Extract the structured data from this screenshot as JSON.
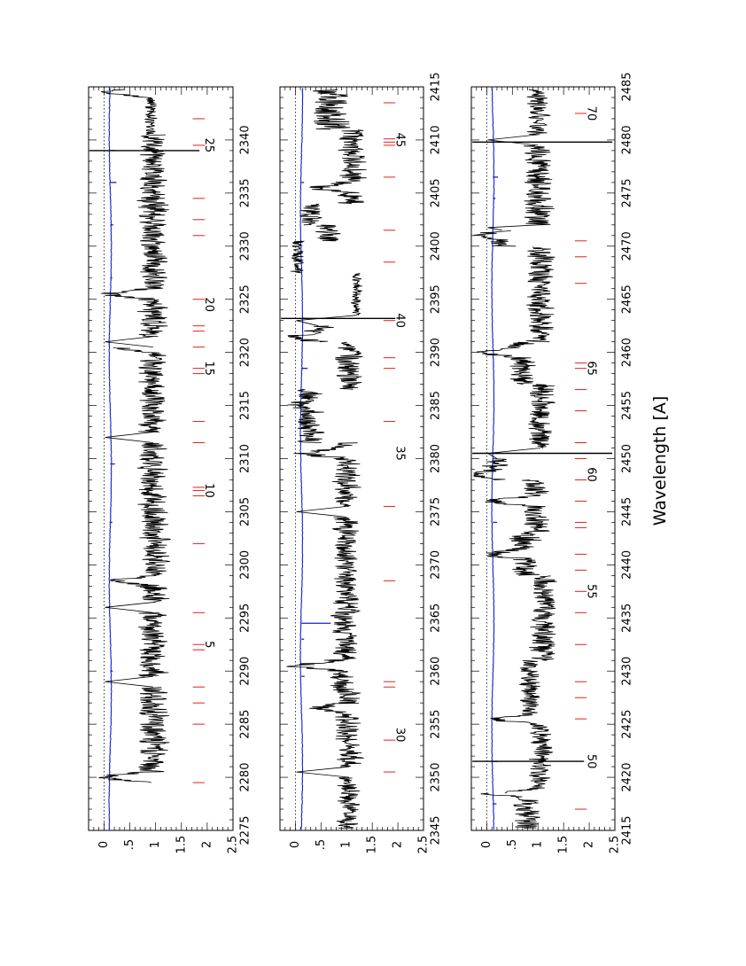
{
  "xlabel": "Wavelength [A]",
  "chart_data": [
    {
      "type": "line",
      "panel": 1,
      "xlim": [
        2275,
        2345
      ],
      "ylim": [
        -0.3,
        2.5
      ],
      "xticks": [
        2275,
        2280,
        2285,
        2290,
        2295,
        2300,
        2305,
        2310,
        2315,
        2320,
        2325,
        2330,
        2335,
        2340
      ],
      "yticks": [
        {
          "v": 2.5,
          "t": "2.5"
        },
        {
          "v": 2,
          "t": "2"
        },
        {
          "v": 1.5,
          "t": "1.5"
        },
        {
          "v": 1,
          "t": "1"
        },
        {
          "v": 0.5,
          "t": ".5"
        },
        {
          "v": 0,
          "t": "0"
        }
      ],
      "marker_numbers": [
        {
          "x": 2292.5,
          "t": "5"
        },
        {
          "x": 2307,
          "t": "10"
        },
        {
          "x": 2318.5,
          "t": "15"
        },
        {
          "x": 2324.5,
          "t": "20"
        },
        {
          "x": 2339.5,
          "t": "25"
        }
      ],
      "red_marks": [
        2279.5,
        2285,
        2287,
        2288.5,
        2292,
        2292.5,
        2295.5,
        2302,
        2306.5,
        2307,
        2307.3,
        2311.5,
        2313.5,
        2318,
        2318.5,
        2320.5,
        2322,
        2322.5,
        2325,
        2331,
        2332.5,
        2334.5,
        2339.5,
        2342
      ],
      "spikes": [
        {
          "x": 2339,
          "y": 1.85
        }
      ],
      "errs": [
        {
          "x": 2290,
          "y": 0.03
        },
        {
          "x": 2298.5,
          "y": 0.05
        },
        {
          "x": 2304,
          "y": 0.02
        },
        {
          "x": 2309.5,
          "y": 0.07
        },
        {
          "x": 2327,
          "y": 0.02
        },
        {
          "x": 2332,
          "y": 0.04
        },
        {
          "x": 2336,
          "y": 0.1
        },
        {
          "x": 2339,
          "y": 0.08
        }
      ],
      "segments": [
        {
          "x0": 2279.5,
          "x1": 2288.5,
          "base": 0.95,
          "amp": 0.32
        },
        {
          "x0": 2289.5,
          "x1": 2295.5,
          "base": 0.95,
          "amp": 0.3
        },
        {
          "x0": 2296.5,
          "x1": 2302.5,
          "base": 1.0,
          "amp": 0.3
        },
        {
          "x0": 2302.5,
          "x1": 2311.5,
          "base": 0.95,
          "amp": 0.32
        },
        {
          "x0": 2312.5,
          "x1": 2320.5,
          "base": 0.95,
          "amp": 0.3
        },
        {
          "x0": 2321.5,
          "x1": 2340.5,
          "base": 0.95,
          "amp": 0.32
        },
        {
          "x0": 2340.5,
          "x1": 2344.8,
          "base": 0.9,
          "amp": 0.15
        }
      ],
      "dips": [
        {
          "x": 2280,
          "depth": 1.0
        },
        {
          "x": 2289,
          "depth": 1.2
        },
        {
          "x": 2296,
          "depth": 0.9
        },
        {
          "x": 2298.5,
          "depth": 0.8
        },
        {
          "x": 2312,
          "depth": 1.1
        },
        {
          "x": 2320.5,
          "depth": 0.7
        },
        {
          "x": 2325.5,
          "depth": 0.8
        },
        {
          "x": 2344.5,
          "depth": 0.9
        }
      ]
    },
    {
      "type": "line",
      "panel": 2,
      "xlim": [
        2345,
        2415
      ],
      "ylim": [
        -0.3,
        2.5
      ],
      "xticks": [
        2345,
        2350,
        2355,
        2360,
        2365,
        2370,
        2375,
        2380,
        2385,
        2390,
        2395,
        2400,
        2405,
        2410,
        2415
      ],
      "yticks": [
        {
          "v": 2.5,
          "t": "2.5"
        },
        {
          "v": 2,
          "t": "2"
        },
        {
          "v": 1.5,
          "t": "1.5"
        },
        {
          "v": 1,
          "t": "1"
        },
        {
          "v": 0.5,
          "t": ".5"
        },
        {
          "v": 0,
          "t": "0"
        }
      ],
      "marker_numbers": [
        {
          "x": 2354,
          "t": "30"
        },
        {
          "x": 2380.5,
          "t": "35"
        },
        {
          "x": 2393,
          "t": "40"
        },
        {
          "x": 2410,
          "t": "45"
        }
      ],
      "red_marks": [
        2350.5,
        2353.5,
        2358.5,
        2359,
        2368.5,
        2375.5,
        2383.5,
        2388.5,
        2389.5,
        2393,
        2398.5,
        2401.5,
        2406.5,
        2409.5,
        2409.8,
        2410.1,
        2413.5
      ],
      "spikes": [
        {
          "x": 2393.2,
          "y": 1.95
        }
      ],
      "errs": [
        {
          "x": 2359.5,
          "y": 0.04
        },
        {
          "x": 2363,
          "y": 0.03
        },
        {
          "x": 2364.5,
          "y": 0.55
        },
        {
          "x": 2386.5,
          "y": 0.03
        },
        {
          "x": 2388.5,
          "y": 0.1
        },
        {
          "x": 2393.2,
          "y": 0.1
        },
        {
          "x": 2406,
          "y": 0.03
        }
      ],
      "segments": [
        {
          "x0": 2345.2,
          "x1": 2350,
          "base": 1.05,
          "amp": 0.25
        },
        {
          "x0": 2351,
          "x1": 2358,
          "base": 1.05,
          "amp": 0.3
        },
        {
          "x0": 2358,
          "x1": 2365.5,
          "base": 0.95,
          "amp": 0.3
        },
        {
          "x0": 2365.5,
          "x1": 2374.5,
          "base": 1.0,
          "amp": 0.28
        },
        {
          "x0": 2375.5,
          "x1": 2381.5,
          "base": 1.0,
          "amp": 0.3
        },
        {
          "x0": 2381.5,
          "x1": 2386.5,
          "base": 0.3,
          "amp": 0.3
        },
        {
          "x0": 2386.5,
          "x1": 2391,
          "base": 1.05,
          "amp": 0.3
        },
        {
          "x0": 2391,
          "x1": 2392.5,
          "base": 0.45,
          "amp": 0.35
        },
        {
          "x0": 2393.5,
          "x1": 2397.5,
          "base": 1.2,
          "amp": 0.12
        },
        {
          "x0": 2397.5,
          "x1": 2400.5,
          "base": 0.05,
          "amp": 0.15
        },
        {
          "x0": 2400.5,
          "x1": 2402,
          "base": 0.6,
          "amp": 0.3
        },
        {
          "x0": 2402,
          "x1": 2404,
          "base": 0.3,
          "amp": 0.25
        },
        {
          "x0": 2404,
          "x1": 2411,
          "base": 1.1,
          "amp": 0.3
        },
        {
          "x0": 2411,
          "x1": 2414.8,
          "base": 0.7,
          "amp": 0.45
        }
      ],
      "dips": [
        {
          "x": 2350.5,
          "depth": 0.9
        },
        {
          "x": 2356.5,
          "depth": 0.6
        },
        {
          "x": 2360.5,
          "depth": 0.9
        },
        {
          "x": 2375,
          "depth": 0.9
        },
        {
          "x": 2380.5,
          "depth": 0.8
        },
        {
          "x": 2385,
          "depth": 0.3
        },
        {
          "x": 2391.5,
          "depth": 0.4
        },
        {
          "x": 2405.5,
          "depth": 0.7
        }
      ]
    },
    {
      "type": "line",
      "panel": 3,
      "xlim": [
        2415,
        2485
      ],
      "ylim": [
        -0.3,
        2.5
      ],
      "xticks": [
        2415,
        2420,
        2425,
        2430,
        2435,
        2440,
        2445,
        2450,
        2455,
        2460,
        2465,
        2470,
        2475,
        2480,
        2485
      ],
      "yticks": [
        {
          "v": 2.5,
          "t": "2.5"
        },
        {
          "v": 2,
          "t": "2"
        },
        {
          "v": 1.5,
          "t": "1.5"
        },
        {
          "v": 1,
          "t": "1"
        },
        {
          "v": 0.5,
          "t": ".5"
        },
        {
          "v": 0,
          "t": "0"
        }
      ],
      "marker_numbers": [
        {
          "x": 2421.5,
          "t": "50"
        },
        {
          "x": 2437.5,
          "t": "55"
        },
        {
          "x": 2448.5,
          "t": "60"
        },
        {
          "x": 2458.5,
          "t": "65"
        },
        {
          "x": 2482.5,
          "t": "70"
        }
      ],
      "red_marks": [
        2417,
        2425.5,
        2427.5,
        2429,
        2432.5,
        2435.5,
        2437.5,
        2439.5,
        2441,
        2443.5,
        2444,
        2446,
        2448,
        2450,
        2451.5,
        2454.5,
        2456.5,
        2458.5,
        2459,
        2466.5,
        2469,
        2470.5,
        2482.5
      ],
      "spikes": [
        {
          "x": 2421.5,
          "y": 1.9
        },
        {
          "x": 2450.5,
          "y": 2.45
        },
        {
          "x": 2479.8,
          "y": 2.45
        }
      ],
      "errs": [
        {
          "x": 2417.5,
          "y": 0.05
        },
        {
          "x": 2421.5,
          "y": 0.08
        },
        {
          "x": 2444,
          "y": 0.06
        },
        {
          "x": 2450.5,
          "y": 0.12
        },
        {
          "x": 2474.5,
          "y": 0.03
        },
        {
          "x": 2476.5,
          "y": 0.08
        },
        {
          "x": 2479.8,
          "y": 0.1
        }
      ],
      "segments": [
        {
          "x0": 2415.2,
          "x1": 2418.5,
          "base": 0.8,
          "amp": 0.3
        },
        {
          "x0": 2418.5,
          "x1": 2426,
          "base": 1.05,
          "amp": 0.25
        },
        {
          "x0": 2426,
          "x1": 2431,
          "base": 0.85,
          "amp": 0.22
        },
        {
          "x0": 2431,
          "x1": 2439,
          "base": 1.1,
          "amp": 0.28
        },
        {
          "x0": 2439,
          "x1": 2443,
          "base": 0.75,
          "amp": 0.35
        },
        {
          "x0": 2443,
          "x1": 2448,
          "base": 0.95,
          "amp": 0.3
        },
        {
          "x0": 2448,
          "x1": 2450,
          "base": 0.2,
          "amp": 0.3
        },
        {
          "x0": 2451,
          "x1": 2457,
          "base": 1.05,
          "amp": 0.3
        },
        {
          "x0": 2457,
          "x1": 2461,
          "base": 0.7,
          "amp": 0.3
        },
        {
          "x0": 2461,
          "x1": 2470,
          "base": 1.05,
          "amp": 0.3
        },
        {
          "x0": 2470,
          "x1": 2471.5,
          "base": 0.3,
          "amp": 0.3
        },
        {
          "x0": 2472,
          "x1": 2479.5,
          "base": 1.0,
          "amp": 0.32
        },
        {
          "x0": 2480.5,
          "x1": 2484.8,
          "base": 1.0,
          "amp": 0.25
        }
      ],
      "dips": [
        {
          "x": 2418.5,
          "depth": 0.7
        },
        {
          "x": 2425.5,
          "depth": 0.9
        },
        {
          "x": 2441,
          "depth": 0.7
        },
        {
          "x": 2446,
          "depth": 0.8
        },
        {
          "x": 2448.5,
          "depth": 0.5
        },
        {
          "x": 2460,
          "depth": 0.8
        },
        {
          "x": 2471,
          "depth": 0.4
        }
      ]
    }
  ]
}
